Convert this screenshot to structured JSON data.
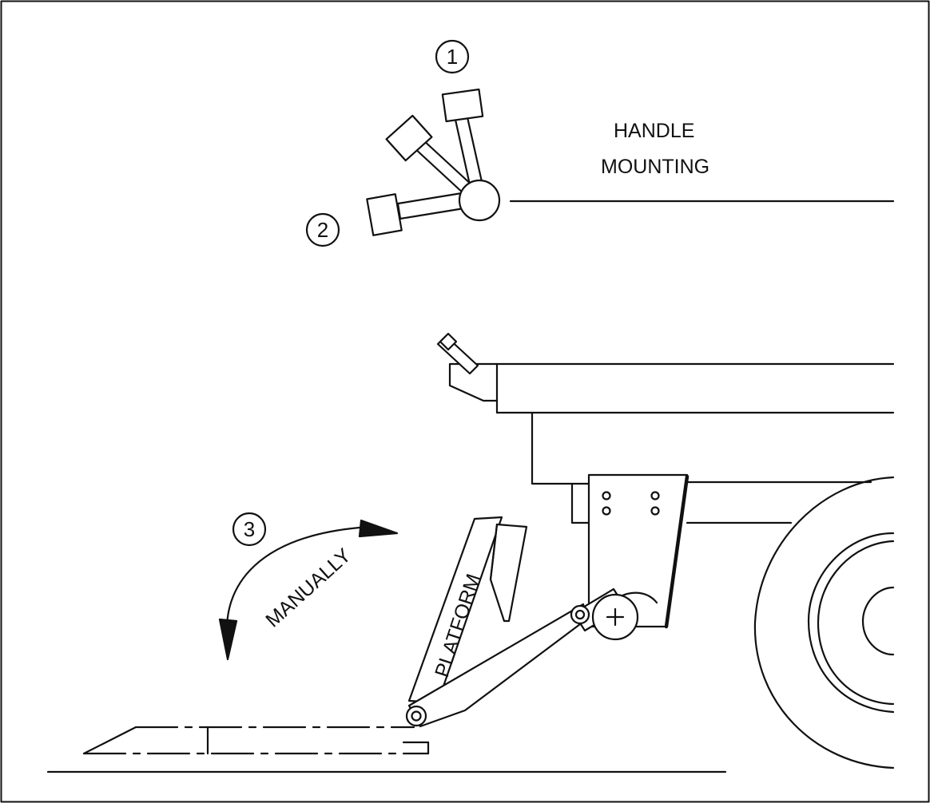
{
  "callouts": {
    "one": "1",
    "two": "2",
    "three": "3"
  },
  "labels": {
    "handle_line1": "HANDLE",
    "handle_line2": "MOUNTING",
    "platform": "PLATFORM",
    "manually": "MANUALLY"
  },
  "colors": {
    "ink": "#111111",
    "paper": "#ffffff"
  }
}
